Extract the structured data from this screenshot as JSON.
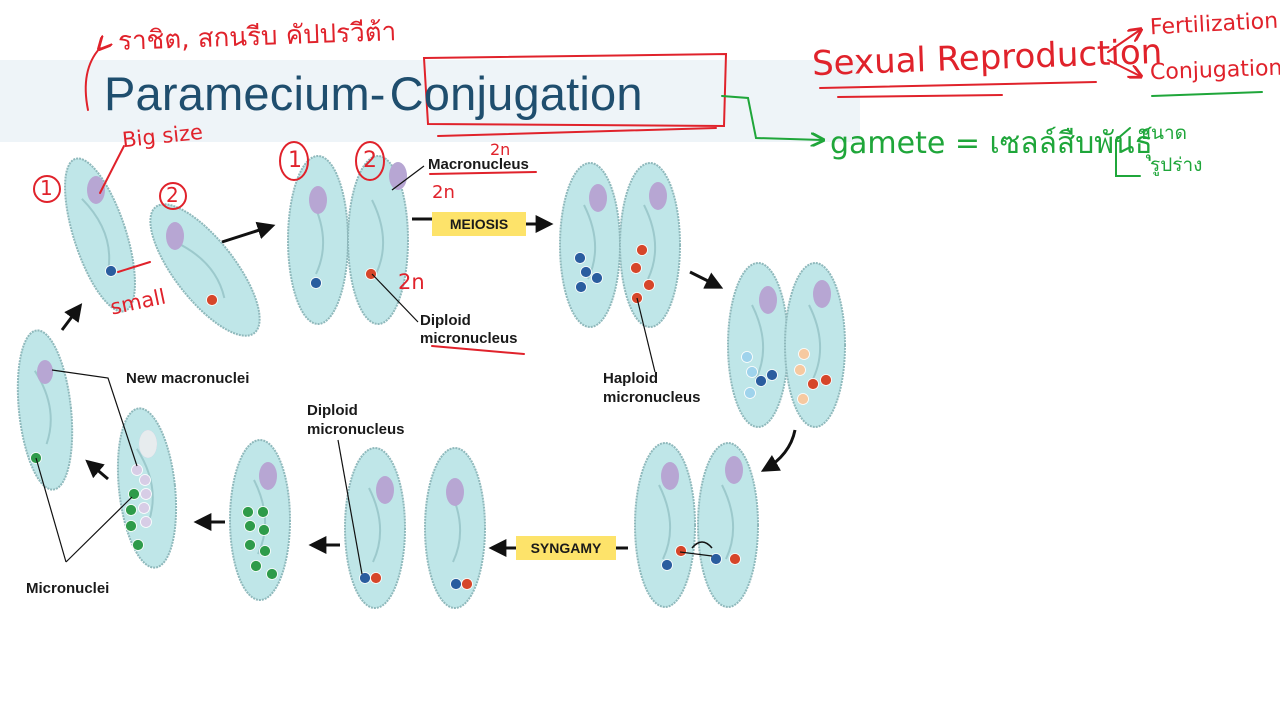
{
  "slide": {
    "title_main": "Paramecium-",
    "title_highlight": "Conjugation"
  },
  "labels": {
    "macronucleus": "Macronucleus",
    "meiosis": "MEIOSIS",
    "diploid_micronucleus_top_1": "Diploid",
    "diploid_micronucleus_top_2": "micronucleus",
    "haploid_micronucleus_1": "Haploid",
    "haploid_micronucleus_2": "micronucleus",
    "new_macronuclei": "New macronuclei",
    "diploid_micronucleus_bottom_1": "Diploid",
    "diploid_micronucleus_bottom_2": "micronucleus",
    "syngamy": "SYNGAMY",
    "micronuclei": "Micronuclei"
  },
  "annotations": {
    "thai_top": "ราชิต, สกนรีบ คัปปรวีต้า",
    "big_size": "Big size",
    "circle_1a": "1",
    "circle_2a": "2",
    "small": "small",
    "circle_1b": "1",
    "circle_2b": "2",
    "two_n_top": "2n",
    "two_n_bottom": "2n",
    "two_n_label": "2n",
    "sexual_reproduction": "Sexual Reproduction",
    "fertilization": "Fertilization",
    "conjugation": "Conjugation",
    "gamete": "gamete = เซลล์สืบพันธุ์",
    "gamete_note_1": "ขนาด",
    "gamete_note_2": "รูปร่าง"
  },
  "colors": {
    "cell_fill": "#bfe6e8",
    "cell_stroke": "#8fb9bc",
    "macronucleus": "#b7a6d3",
    "micronucleus_blue": "#2a5d9f",
    "micronucleus_red": "#d6462a",
    "micronucleus_green": "#2e9b4a",
    "label_box": "#fde36a",
    "title": "#1f4e6e",
    "annotation_red": "#e0222b",
    "annotation_green": "#1fa63a"
  }
}
